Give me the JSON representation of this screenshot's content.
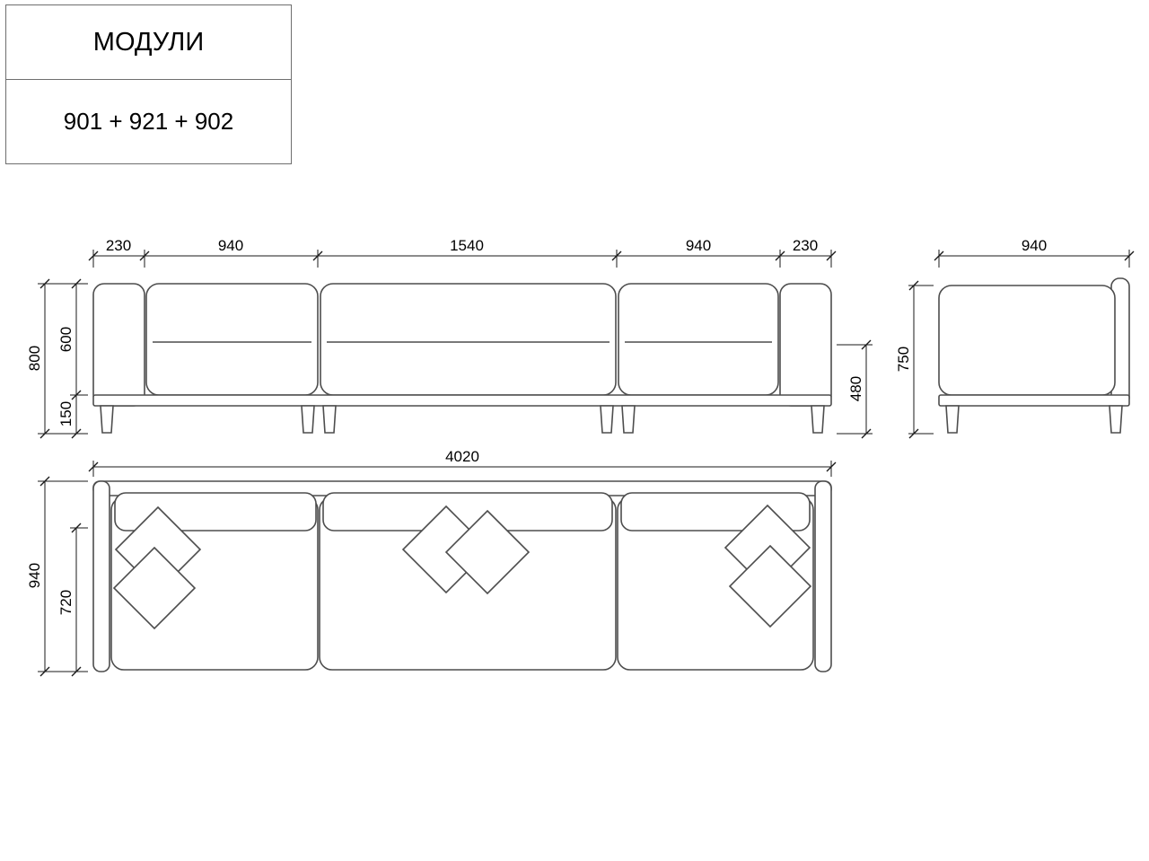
{
  "title_block": {
    "title": "МОДУЛИ",
    "subtitle": "901 + 921 + 902"
  },
  "front_view": {
    "dims_top": [
      "230",
      "940",
      "1540",
      "940",
      "230"
    ],
    "dim_total_height": "800",
    "dim_back_height": "600",
    "dim_base_height": "150",
    "dim_seat_height": "480"
  },
  "side_view": {
    "dim_depth": "940",
    "dim_height": "750"
  },
  "plan_view": {
    "dim_total_width": "4020",
    "dim_total_depth": "940",
    "dim_seat_depth": "720"
  },
  "colors": {
    "furniture_line": "#4d4d4d",
    "dimension_line": "#1a1a1a",
    "text": "#000000",
    "background": "#ffffff"
  }
}
